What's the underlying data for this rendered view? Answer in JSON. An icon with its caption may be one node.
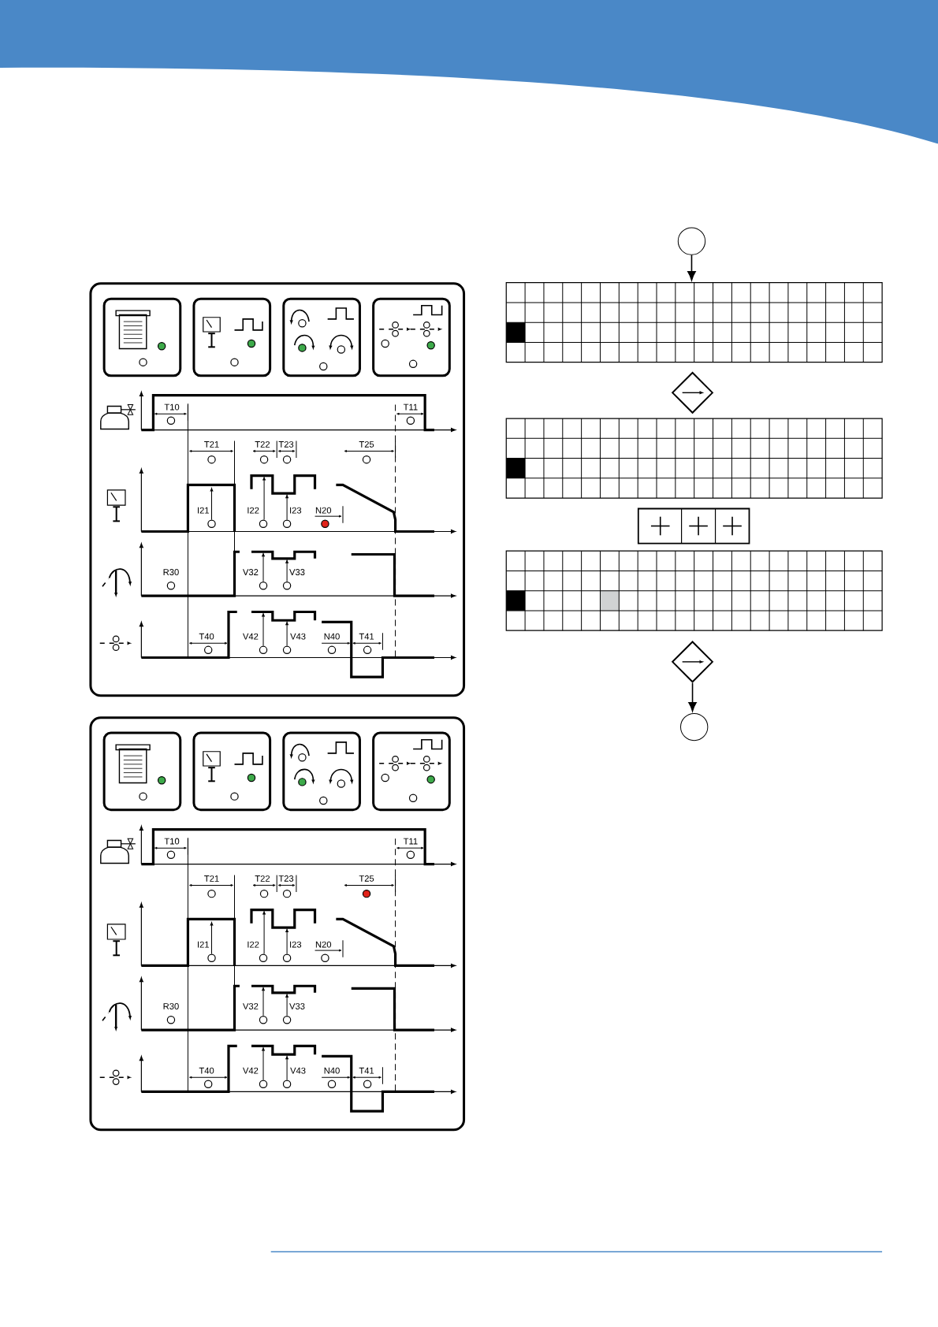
{
  "diagram": {
    "nodes": [
      {
        "text": [
          "T10",
          "T11",
          "T21",
          "T22",
          "T23",
          "T25",
          "I21",
          "I22",
          "I23",
          "N20",
          "R30",
          "V32",
          "V33",
          "T40",
          "V42",
          "V43",
          "N40",
          "T41"
        ]
      },
      {
        "text": [
          "T10",
          "T11",
          "T21",
          "T22",
          "T23",
          "T25",
          "I21",
          "I22",
          "I23",
          "N20",
          "R30",
          "V32",
          "V33",
          "T40",
          "V42",
          "V43",
          "N40",
          "T41"
        ]
      },
      {
        "text": [],
        "shape": "circle"
      },
      {
        "text": [],
        "shape": "grid"
      },
      {
        "text": [],
        "shape": "diamond"
      },
      {
        "text": [],
        "shape": "grid"
      },
      {
        "text": [],
        "shape": "box"
      },
      {
        "text": [],
        "shape": "grid"
      },
      {
        "text": [],
        "shape": "diamond"
      },
      {
        "text": [],
        "shape": "circle"
      }
    ],
    "edges": [
      {
        "from": 2,
        "to": 3,
        "arrow": "to"
      },
      {
        "from": 8,
        "to": 9,
        "arrow": "to"
      }
    ]
  }
}
